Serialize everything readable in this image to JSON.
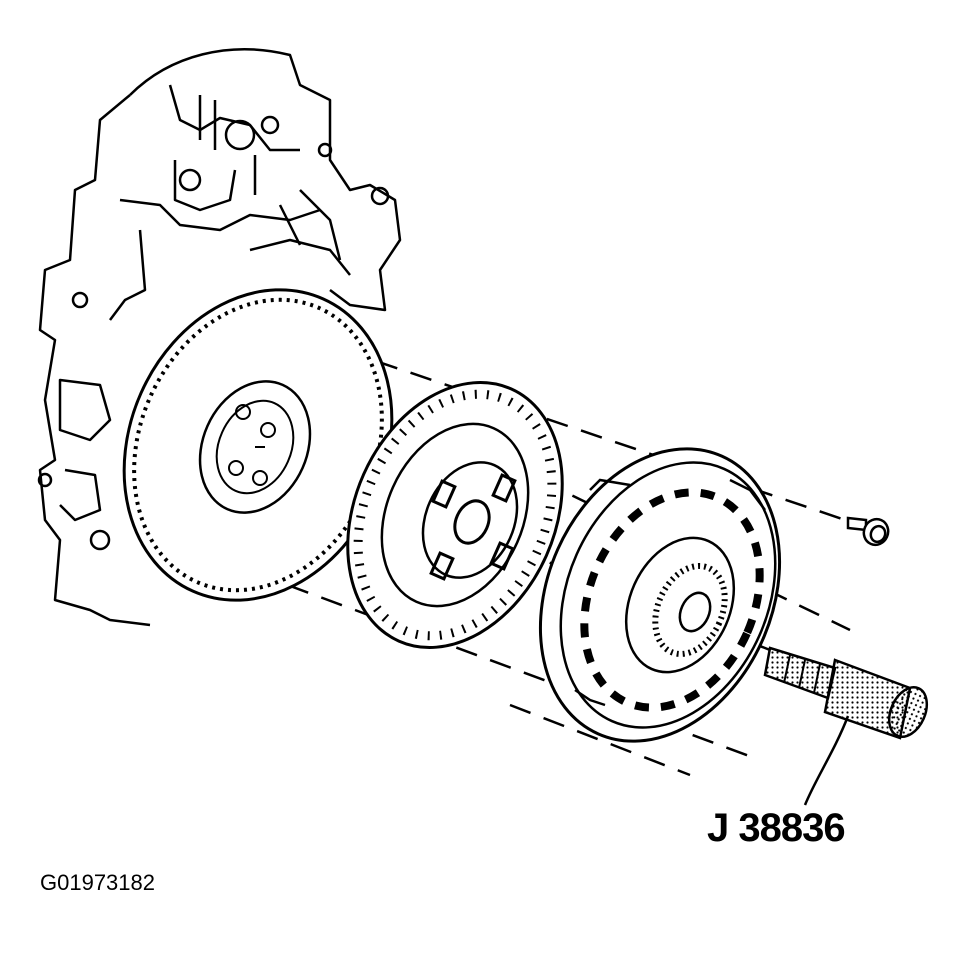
{
  "figure": {
    "tool_label": "J 38836",
    "figure_id": "G01973182"
  },
  "components": [
    {
      "id": "engine-block"
    },
    {
      "id": "flywheel"
    },
    {
      "id": "clutch-disc"
    },
    {
      "id": "pressure-plate"
    },
    {
      "id": "bolt"
    },
    {
      "id": "alignment-tool"
    }
  ],
  "colors": {
    "ink": "#000000",
    "paper": "#ffffff"
  }
}
